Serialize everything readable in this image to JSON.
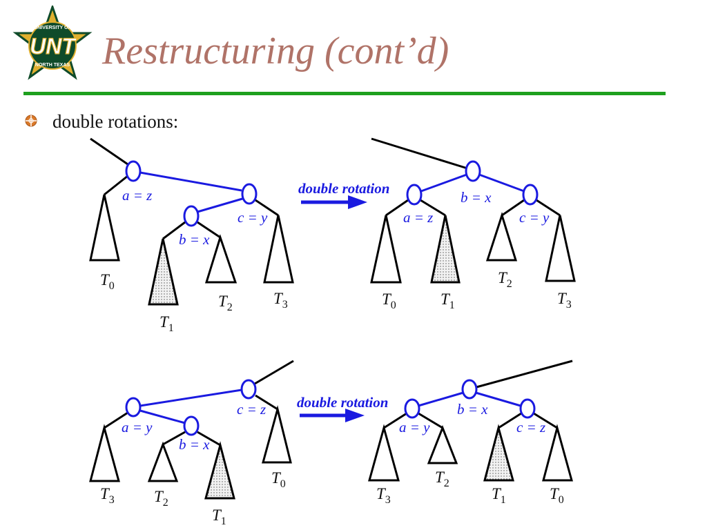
{
  "slide": {
    "title": "Restructuring (cont’d)",
    "logo_text": "UNT",
    "logo_ring_top": "UNIVERSITY OF",
    "logo_ring_bottom": "NORTH TEXAS",
    "bullet": "double rotations:"
  },
  "diagram": {
    "rotation_label": "double rotation",
    "node_labels": {
      "d1_before_a": "a = z",
      "d1_before_c": "c = y",
      "d1_before_b": "b = x",
      "d1_after_a": "a = z",
      "d1_after_b": "b = x",
      "d1_after_c": "c = y",
      "d2_before_a": "a = y",
      "d2_before_c": "c = z",
      "d2_before_b": "b = x",
      "d2_after_a": "a = y",
      "d2_after_b": "b = x",
      "d2_after_c": "c = z"
    },
    "subtree_letter": "T",
    "subtrees": {
      "d1_before": [
        "0",
        "1",
        "2",
        "3"
      ],
      "d1_after": [
        "0",
        "1",
        "2",
        "3"
      ],
      "d2_before": [
        "3",
        "2",
        "1",
        "0"
      ],
      "d2_after": [
        "3",
        "2",
        "1",
        "0"
      ]
    }
  },
  "colors": {
    "title": "#b07368",
    "rule": "#1ea01e",
    "accent_blue": "#1a1ae0",
    "logo_green": "#0f4b2a",
    "logo_gold": "#e0b030",
    "bullet_orange": "#d9792a"
  }
}
